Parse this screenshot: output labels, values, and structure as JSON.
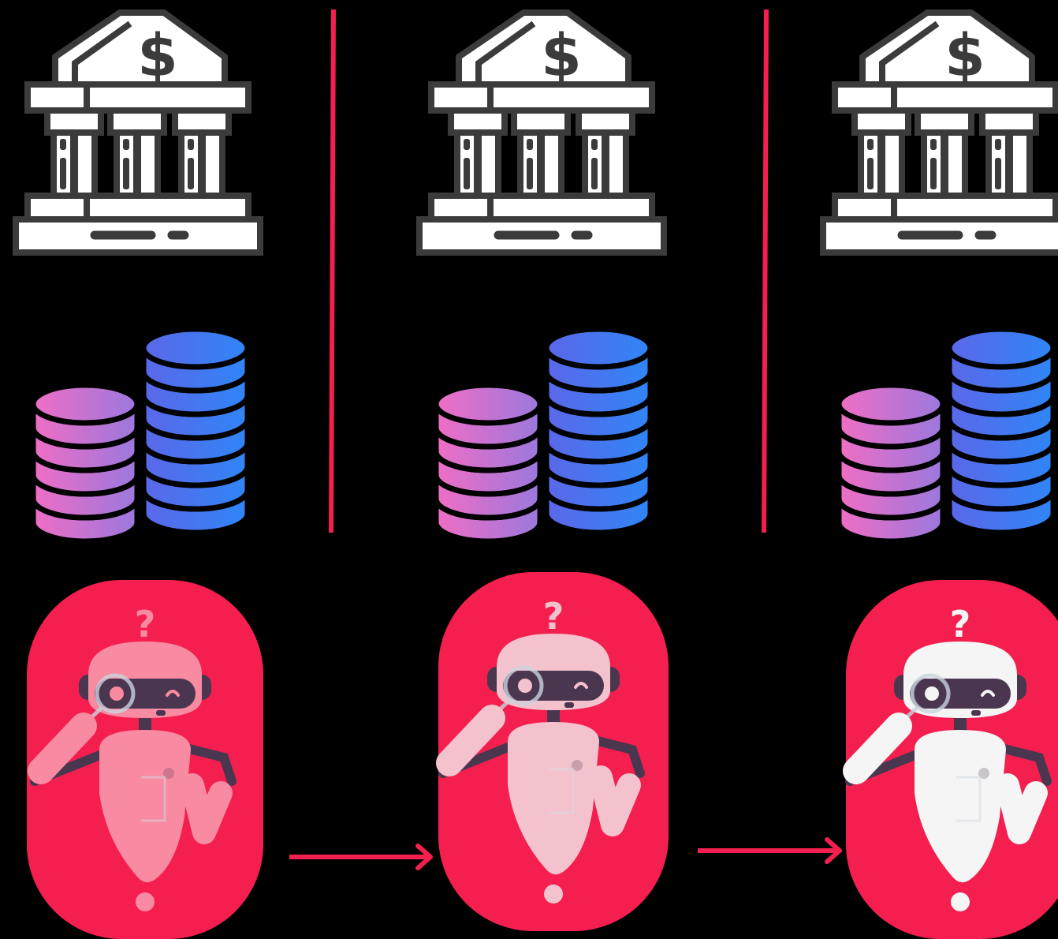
{
  "colors": {
    "background": "#000000",
    "divider": "#f41f4f",
    "arrow": "#f41f4f",
    "card": "#f41f4f",
    "bank_fill": "#ffffff",
    "bank_outline": "#3b3b3b",
    "coin_gradient_start": "#f06ec4",
    "coin_gradient_mid": "#5d6ef0",
    "coin_gradient_end": "#2f86f7",
    "coin_outline": "#000000",
    "robot_dark": "#4b3650"
  },
  "panels": [
    {
      "bank": {
        "icon": "bank-icon",
        "symbol": "$"
      },
      "data": {
        "icon": "database-stack-icon"
      },
      "agent": {
        "icon": "robot-magnifier-icon",
        "question": "?",
        "body_color": "#f88ba2",
        "opacity_stage": "faded"
      }
    },
    {
      "bank": {
        "icon": "bank-icon",
        "symbol": "$"
      },
      "data": {
        "icon": "database-stack-icon"
      },
      "agent": {
        "icon": "robot-magnifier-icon",
        "question": "?",
        "body_color": "#f4c2cd",
        "opacity_stage": "partial"
      }
    },
    {
      "bank": {
        "icon": "bank-icon",
        "symbol": "$"
      },
      "data": {
        "icon": "database-stack-icon"
      },
      "agent": {
        "icon": "robot-magnifier-icon",
        "question": "?",
        "body_color": "#f5f5f5",
        "opacity_stage": "full"
      }
    }
  ],
  "connectors": [
    {
      "icon": "arrow-right-icon",
      "from": 1,
      "to": 2
    },
    {
      "icon": "arrow-right-icon",
      "from": 2,
      "to": 3
    }
  ]
}
